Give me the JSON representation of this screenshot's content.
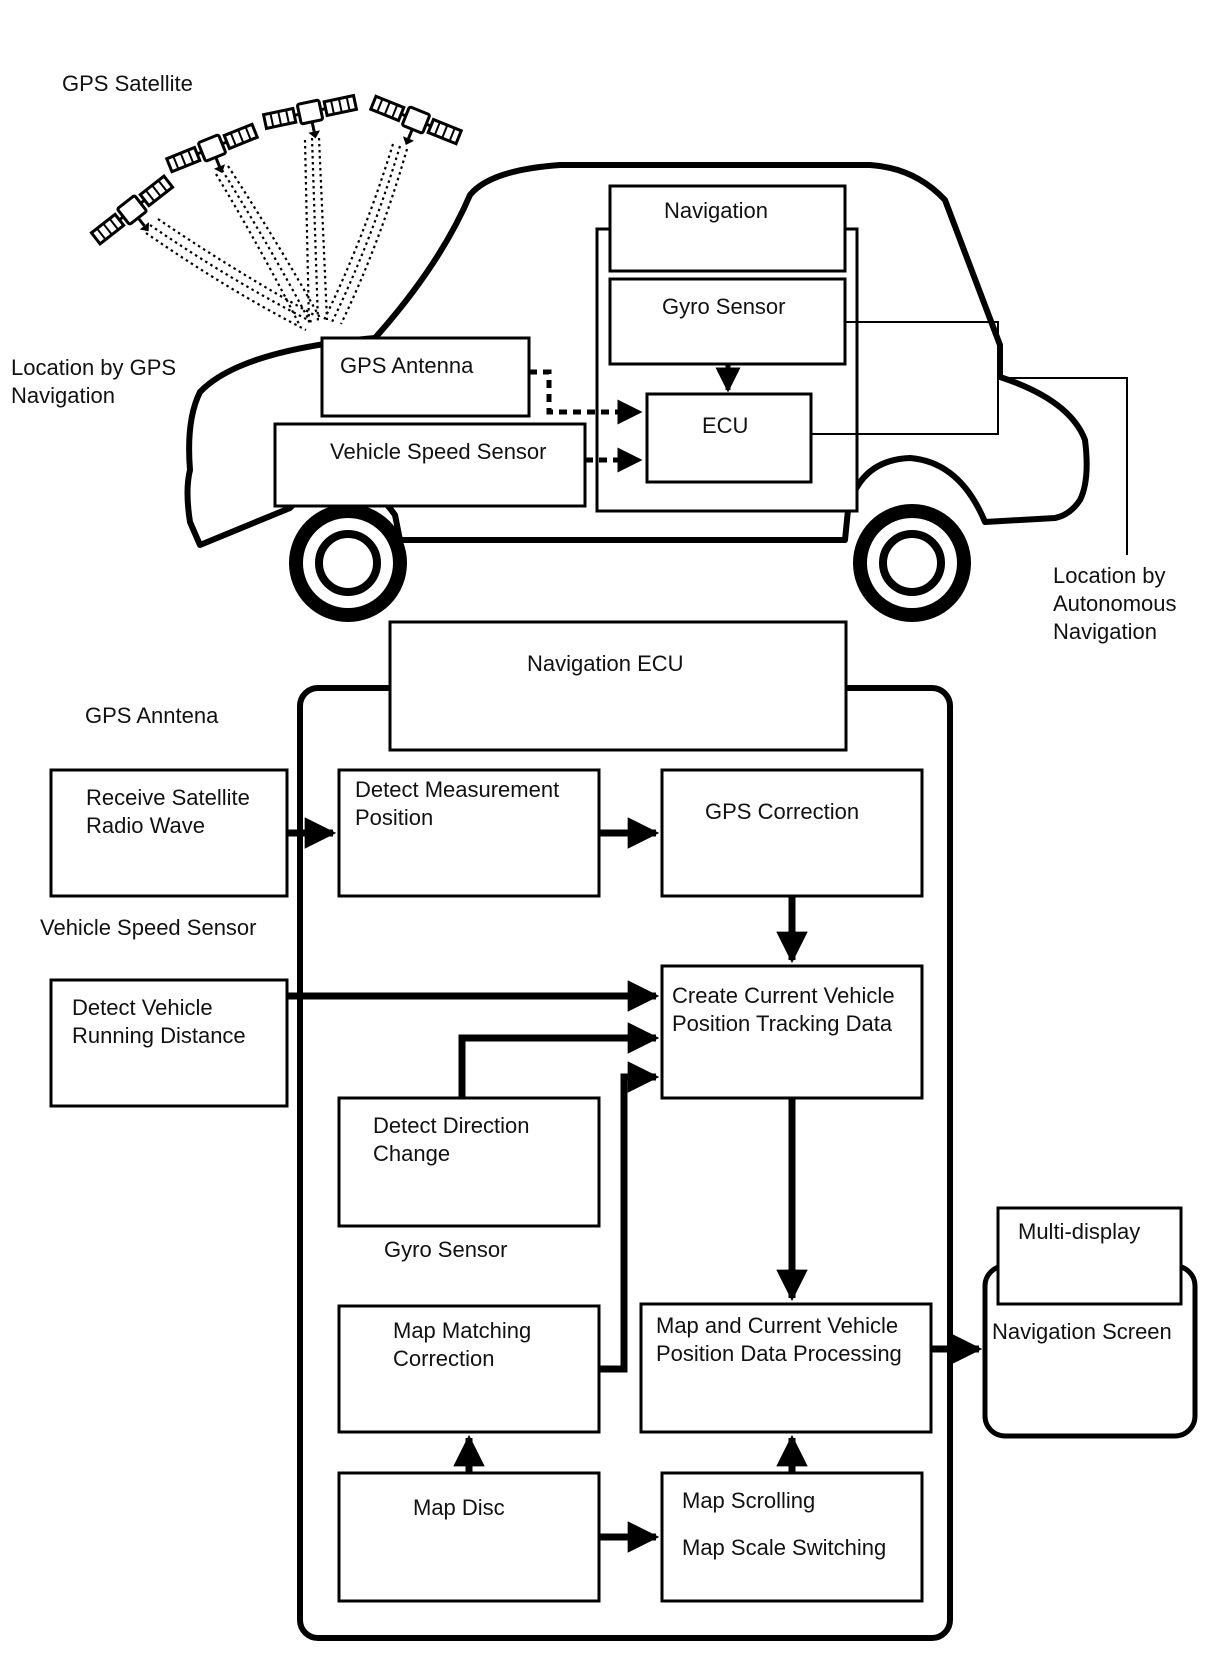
{
  "colors": {
    "ink": "#000000",
    "background": "#ffffff"
  },
  "top_illustration": {
    "gps_satellite": "GPS Satellite",
    "location_gps_line1": "Location by GPS",
    "location_gps_line2": "Navigation",
    "gps_antenna": "GPS Antenna",
    "vehicle_speed_sensor": "Vehicle Speed Sensor",
    "navigation": "Navigation",
    "gyro_sensor": "Gyro Sensor",
    "ecu": "ECU",
    "location_auto_line1": "Location by",
    "location_auto_line2": "Autonomous",
    "location_auto_line3": "Navigation",
    "icons": [
      "satellite-icon",
      "signal-wave-icon",
      "car-outline-icon",
      "wheel-icon"
    ]
  },
  "flow_diagram": {
    "navigation_ecu": "Navigation ECU",
    "gps_antenna_label": "GPS Anntena",
    "receive_satellite_line1": "Receive Satellite",
    "receive_satellite_line2": "Radio Wave",
    "detect_measurement_line1": "Detect Measurement",
    "detect_measurement_line2": "Position",
    "gps_correction": "GPS Correction",
    "vehicle_speed_sensor_label": "Vehicle Speed Sensor",
    "detect_running_line1": "Detect Vehicle",
    "detect_running_line2": "Running Distance",
    "create_tracking_line1": "Create Current Vehicle",
    "create_tracking_line2": "Position Tracking Data",
    "detect_direction_line1": "Detect Direction",
    "detect_direction_line2": "Change",
    "gyro_sensor_label": "Gyro Sensor",
    "map_matching_line1": "Map Matching",
    "map_matching_line2": "Correction",
    "map_processing_line1": "Map and Current Vehicle",
    "map_processing_line2": "Position Data Processing",
    "map_disc": "Map Disc",
    "map_scrolling": "Map Scrolling",
    "map_scale_switching": "Map Scale Switching",
    "multi_display": "Multi-display",
    "navigation_screen": "Navigation Screen"
  }
}
